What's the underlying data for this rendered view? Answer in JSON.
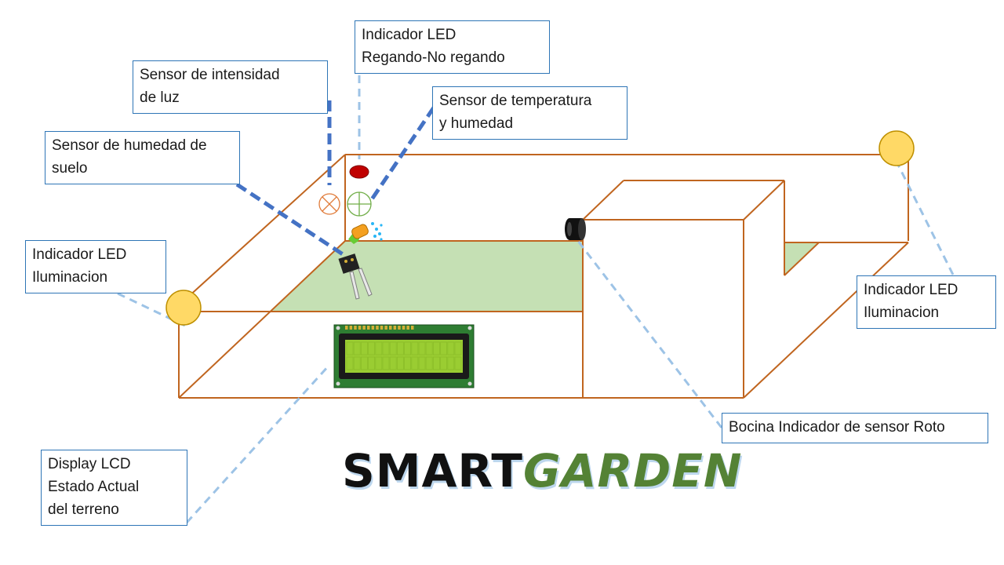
{
  "title": {
    "part1": "SMART",
    "part2": "GARDEN"
  },
  "callouts": {
    "led_regando": [
      "Indicador LED",
      "Regando-No regando"
    ],
    "sensor_luz": [
      "Sensor de intensidad",
      "de luz"
    ],
    "sensor_temp": [
      "Sensor de temperatura",
      "y humedad"
    ],
    "sensor_suelo": [
      "Sensor de humedad de",
      "suelo"
    ],
    "led_iluminacion_left": [
      "Indicador LED",
      "Iluminacion"
    ],
    "led_iluminacion_right": [
      "Indicador LED",
      "Iluminacion"
    ],
    "bocina": [
      "Bocina Indicador de sensor Roto"
    ],
    "display": [
      "Display LCD",
      "Estado Actual",
      "del terreno"
    ]
  },
  "colors": {
    "frame": "#c0651f",
    "grass": "#c5e0b4",
    "led_yellow": "#ffd966",
    "led_red": "#c00000",
    "leader_dark": "#4472c4",
    "leader_light": "#9dc3e6",
    "callout_border": "#2e75b6",
    "garden_green": "#548235",
    "lcd_board": "#2e7d32",
    "lcd_screen": "#9acd32"
  },
  "icons": [
    "led-yellow-icon",
    "led-red-icon",
    "light-sensor-icon",
    "temp-humidity-sensor-icon",
    "soil-moisture-probe-icon",
    "speaker-icon",
    "lcd-display-icon"
  ]
}
